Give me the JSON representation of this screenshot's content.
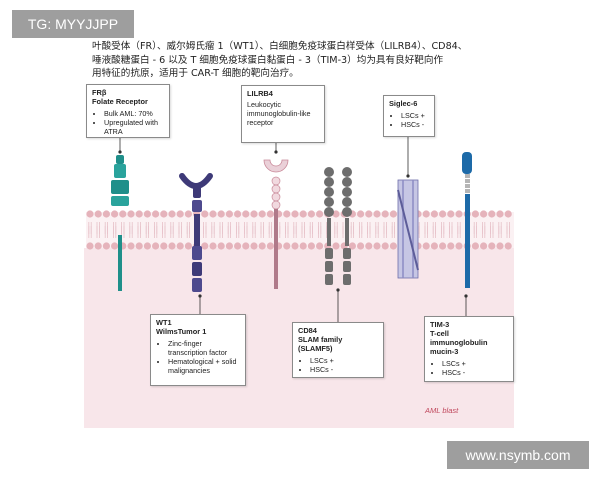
{
  "watermarks": {
    "tag": "TG: MYYJJPP",
    "site": "www.nsymb.com"
  },
  "caption": [
    "叶酸受体（FR）、威尔姆氏瘤 1（WT1）、白细胞免疫球蛋白样受体（LILRB4）、CD84、",
    "唾液酸糖蛋白 - 6 以及 T 细胞免疫球蛋白黏蛋白 - 3（TIM-3）均为具有良好靶向作",
    "用特征的抗原，适用于 CAR-T 细胞的靶向治疗。"
  ],
  "cards": {
    "fr": {
      "title1": "FRβ",
      "title2": "Folate Receptor",
      "bullets": [
        "Bulk AML: 70%",
        "Upregulated with ATRA"
      ]
    },
    "lilrb4": {
      "title": "LILRB4",
      "desc": "Leukocytic immunoglobulin-like receptor"
    },
    "siglec": {
      "title": "Siglec-6",
      "bullets": [
        "LSCs +",
        "HSCs -"
      ]
    },
    "wt1": {
      "title1": "WT1",
      "title2": "WilmsTumor 1",
      "bullets": [
        "Zinc-finger transcription factor",
        "Hematological + solid malignancies"
      ]
    },
    "cd84": {
      "title1": "CD84",
      "title2": "SLAM family (SLAMF5)",
      "bullets": [
        "LSCs +",
        "HSCs -"
      ]
    },
    "tim3": {
      "title1": "TIM-3",
      "title2": "T-cell immunoglobulin mucin-3",
      "bullets": [
        "LSCs +",
        "HSCs -"
      ]
    }
  },
  "cell_label": "AML blast",
  "colors": {
    "fr": "#1f8f8a",
    "wt1": "#3e3a78",
    "lilrb4": "#c98a9a",
    "cd84": "#6d6d6d",
    "siglec": "#8c8cc4",
    "tim3": "#1d6aa8",
    "membrane_head": "#e5b3bb",
    "cell_bg": "#f8e6ea"
  }
}
